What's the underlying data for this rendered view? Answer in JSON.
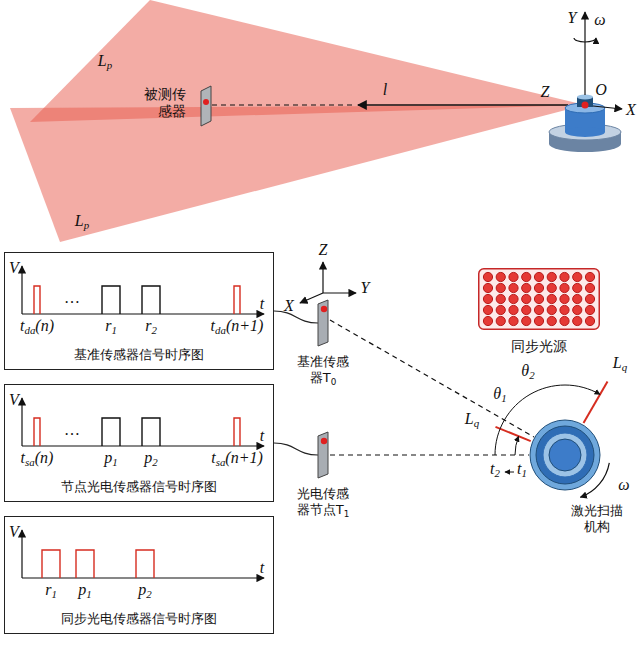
{
  "diagram": {
    "nodes": [
      {
        "text": [
          "被测传感器"
        ]
      },
      {
        "text": [
          "基准传感器信号时序图"
        ]
      },
      {
        "text": [
          "基准传感器T0"
        ]
      },
      {
        "text": [
          "节点光电传感器信号时序图"
        ]
      },
      {
        "text": [
          "同步光源"
        ]
      },
      {
        "text": [
          "光电传感器节点T1"
        ]
      },
      {
        "text": [
          "激光扫描机构"
        ]
      },
      {
        "text": [
          "同步光电传感器信号时序图"
        ]
      }
    ],
    "edges": [
      {
        "from": 2,
        "to": 1,
        "arrow": "none"
      },
      {
        "from": 5,
        "to": 3,
        "arrow": "none"
      }
    ],
    "labels": [
      "Lp",
      "Lp",
      "l",
      "Y",
      "ω",
      "Z",
      "O",
      "X",
      "V",
      "t",
      "tda(n)",
      "…",
      "r1",
      "r2",
      "tda(n+1)",
      "Z",
      "X",
      "Y",
      "V",
      "t",
      "tsa(n)",
      "…",
      "p1",
      "p2",
      "tsa(n+1)",
      "θ2",
      "Lq",
      "θ1",
      "Lq",
      "t2",
      "t1",
      "ω",
      "V",
      "t",
      "r1",
      "p1",
      "p2"
    ]
  }
}
